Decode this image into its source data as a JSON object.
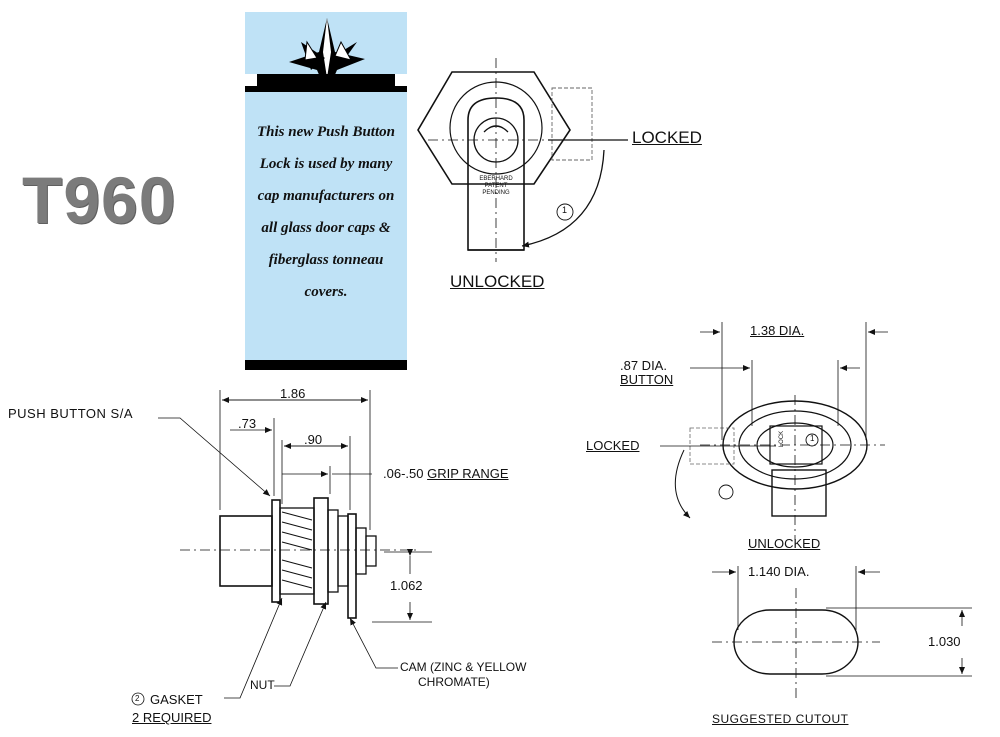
{
  "model": "T960",
  "description": "This new Push Button Lock is used by many cap manufacturers on all glass door caps & fiberglass tonneau covers.",
  "front_view": {
    "locked": "LOCKED",
    "unlocked": "UNLOCKED",
    "face_text": [
      "EBERHARD",
      "PATENT",
      "PENDING"
    ],
    "circle_label": "1"
  },
  "side_view": {
    "push_button": "PUSH BUTTON S/A",
    "dim_overall": "1.86",
    "dim_73": ".73",
    "dim_90": ".90",
    "grip_value": ".06-.50",
    "grip_label": "GRIP RANGE",
    "dim_1062": "1.062",
    "cam_line1": "CAM (ZINC & YELLOW",
    "cam_line2": "CHROMATE)",
    "nut": "NUT",
    "gasket_marker": "2",
    "gasket": "GASKET",
    "gasket_required": "2 REQUIRED"
  },
  "rear_view": {
    "dim_138": "1.38 DIA.",
    "dim_87": ".87 DIA.",
    "button": "BUTTON",
    "locked": "LOCKED",
    "unlocked": "UNLOCKED",
    "face_text": "LOCK",
    "circle_label": "1"
  },
  "cutout": {
    "dim_1140": "1.140 DIA.",
    "dim_1030": "1.030",
    "title": "SUGGESTED CUTOUT"
  }
}
